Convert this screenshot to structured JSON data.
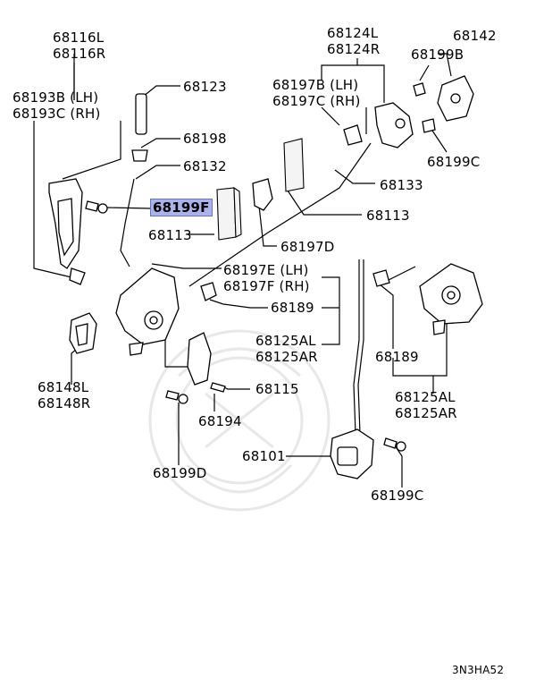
{
  "diagram": {
    "code": "3N3HA52",
    "labels": {
      "p68116": "68116L\n68116R",
      "p68193": "68193B (LH)\n68193C (RH)",
      "p68123": "68123",
      "p68198": "68198",
      "p68132": "68132",
      "p68199F": "68199F",
      "p68113a": "68113",
      "p68124": "68124L\n68124R",
      "p68142": "68142",
      "p68199B": "68199B",
      "p68197BC": "68197B (LH)\n68197C (RH)",
      "p68199Ca": "68199C",
      "p68133": "68133",
      "p68113b": "68113",
      "p68197D": "68197D",
      "p68197EF": "68197E (LH)\n68197F (RH)",
      "p68189a": "68189",
      "p68125a": "68125AL\n68125AR",
      "p68148": "68148L\n68148R",
      "p68115": "68115",
      "p68194": "68194",
      "p68199D": "68199D",
      "p68101": "68101",
      "p68189b": "68189",
      "p68125b": "68125AL\n68125AR",
      "p68199Cb": "68199C"
    }
  }
}
